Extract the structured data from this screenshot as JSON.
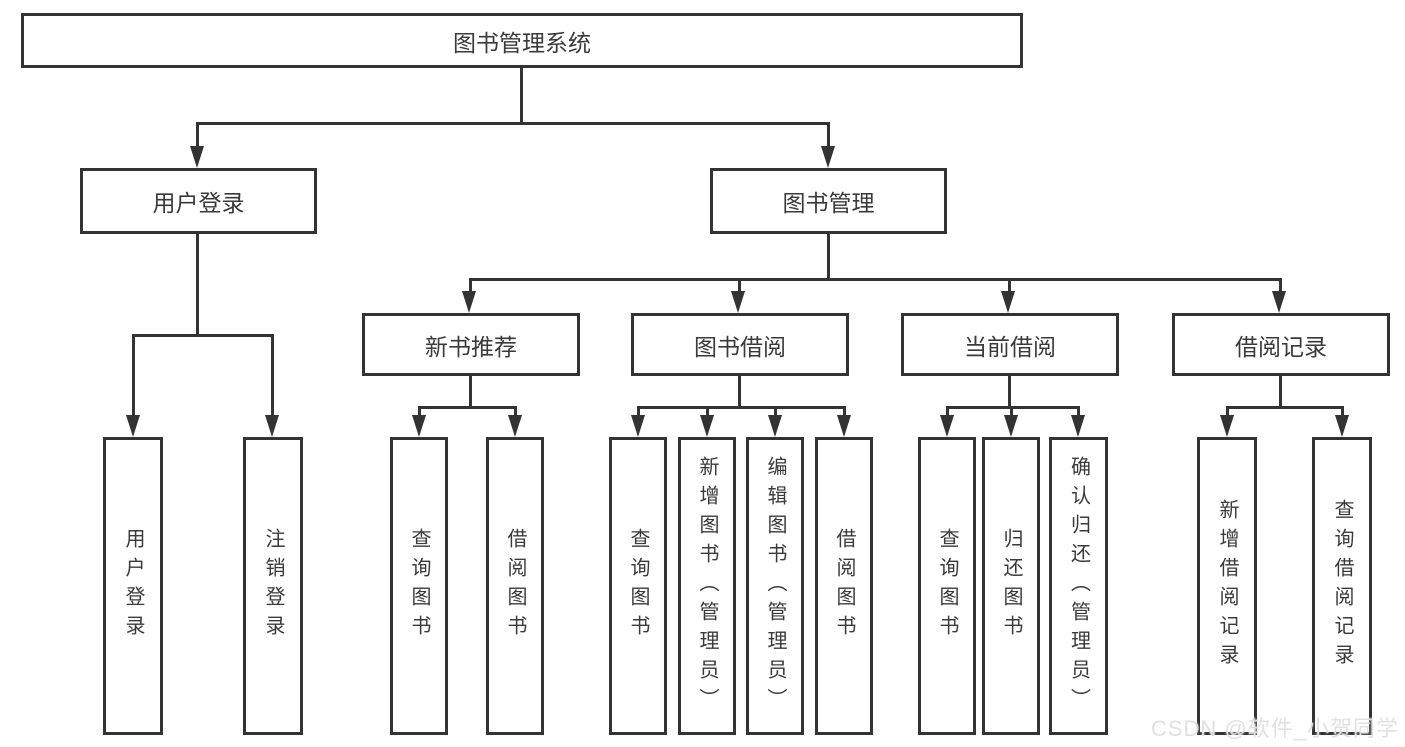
{
  "tree": {
    "root": {
      "label": "图书管理系统",
      "children": [
        {
          "label": "用户登录",
          "children": [
            {
              "label": "用户登录"
            },
            {
              "label": "注销登录"
            }
          ]
        },
        {
          "label": "图书管理",
          "children": [
            {
              "label": "新书推荐",
              "children": [
                {
                  "label": "查询图书"
                },
                {
                  "label": "借阅图书"
                }
              ]
            },
            {
              "label": "图书借阅",
              "children": [
                {
                  "label": "查询图书"
                },
                {
                  "label": "新增图书（管理员）"
                },
                {
                  "label": "编辑图书（管理员）"
                },
                {
                  "label": "借阅图书"
                }
              ]
            },
            {
              "label": "当前借阅",
              "children": [
                {
                  "label": "查询图书"
                },
                {
                  "label": "归还图书"
                },
                {
                  "label": "确认归还（管理员）"
                }
              ]
            },
            {
              "label": "借阅记录",
              "children": [
                {
                  "label": "新增借阅记录"
                },
                {
                  "label": "查询借阅记录"
                }
              ]
            }
          ]
        }
      ]
    }
  },
  "colors": {
    "line": "#333333",
    "text": "#3a3a3a",
    "background": "#ffffff",
    "watermark": "#dfdfdf"
  },
  "watermark": {
    "text": "CSDN @软件_小贺同学"
  }
}
